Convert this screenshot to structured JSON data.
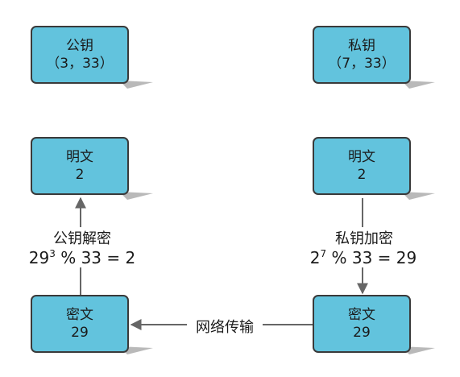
{
  "boxes": {
    "public_key": {
      "line1": "公钥",
      "line2": "（3，33）"
    },
    "private_key": {
      "line1": "私钥",
      "line2": "（7，33）"
    },
    "plaintext_left": {
      "line1": "明文",
      "line2": "2"
    },
    "plaintext_right": {
      "line1": "明文",
      "line2": "2"
    },
    "ciphertext_left": {
      "line1": "密文",
      "line2": "29"
    },
    "ciphertext_right": {
      "line1": "密文",
      "line2": "29"
    }
  },
  "edges": {
    "decrypt": {
      "title": "公钥解密",
      "formula_base": "29",
      "formula_exp": "3",
      "formula_rest": " % 33 = 2"
    },
    "encrypt": {
      "title": "私钥加密",
      "formula_base": "2",
      "formula_exp": "7",
      "formula_rest": " % 33 = 29"
    },
    "network": {
      "label": "网络传输"
    }
  },
  "colors": {
    "box_fill": "#62c3dd",
    "box_border": "#3a3a3a",
    "shadow": "#b9b9b9",
    "line": "#666666"
  }
}
